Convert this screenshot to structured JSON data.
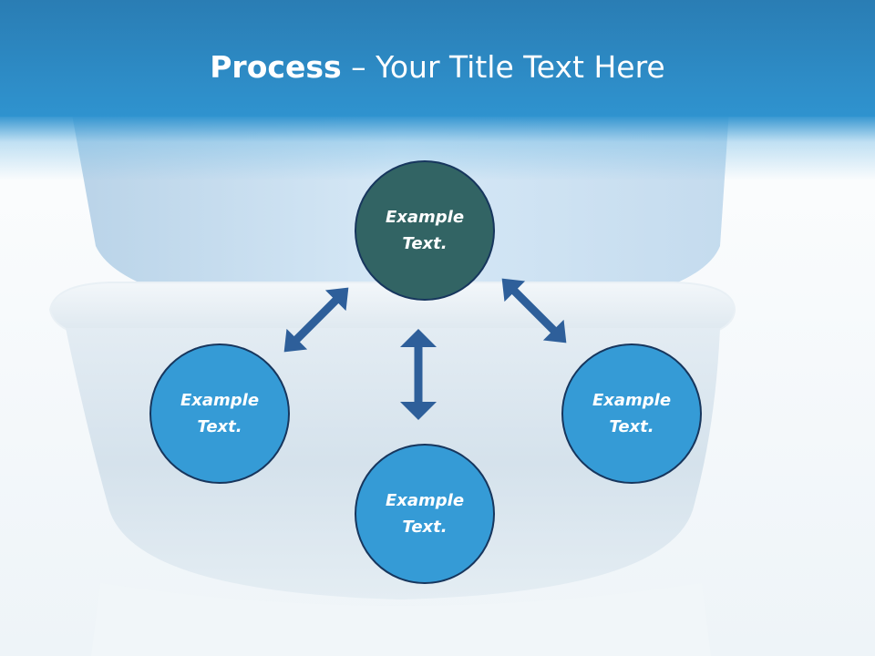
{
  "slide": {
    "title_bold": "Process",
    "title_rest": " – Your Title Text Here"
  },
  "nodes": {
    "top": {
      "line1": "Example",
      "line2": "Text."
    },
    "left": {
      "line1": "Example",
      "line2": "Text."
    },
    "bottom": {
      "line1": "Example",
      "line2": "Text."
    },
    "right": {
      "line1": "Example",
      "line2": "Text."
    }
  },
  "colors": {
    "header": "#2f93cf",
    "node_center": "#326464",
    "node_outer": "#359bd6",
    "arrow": "#2e5f9a",
    "node_border": "#17365d"
  }
}
